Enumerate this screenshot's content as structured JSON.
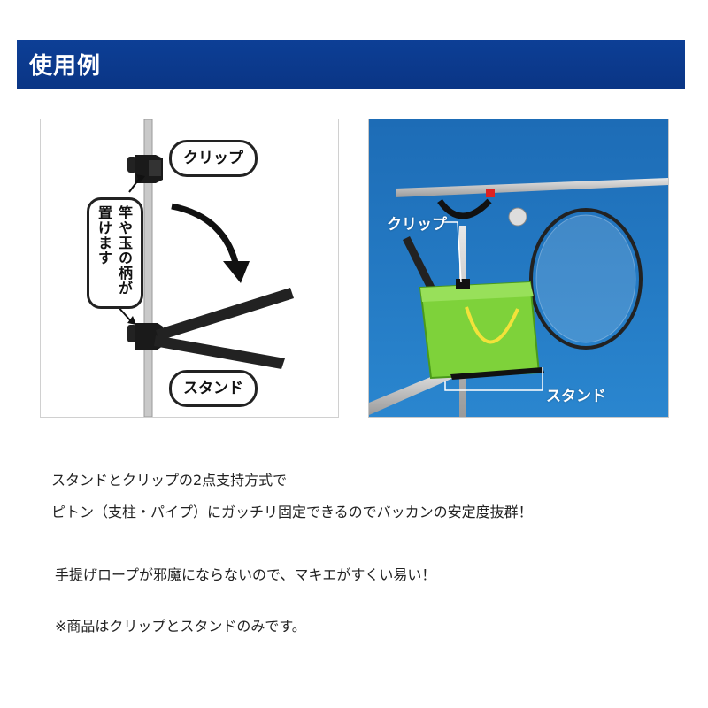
{
  "header": {
    "title": "使用例"
  },
  "diagram": {
    "clip_label": "クリップ",
    "stand_label": "スタンド",
    "note_col1": "竿や玉の柄が",
    "note_col2": "置けます"
  },
  "photo": {
    "clip_label": "クリップ",
    "stand_label": "スタンド"
  },
  "body": {
    "line1": "スタンドとクリップの2点支持方式で",
    "line2": "ピトン（支柱・パイプ）にガッチリ固定できるのでバッカンの安定度抜群！",
    "line3": "手提げロープが邪魔にならないので、マキエがすくい易い！",
    "line4": "※商品はクリップとスタンドのみです。"
  },
  "colors": {
    "header_bg": "#0d3f96",
    "photo_bg": "#1e6fb8",
    "bucket": "#7ed23a"
  }
}
